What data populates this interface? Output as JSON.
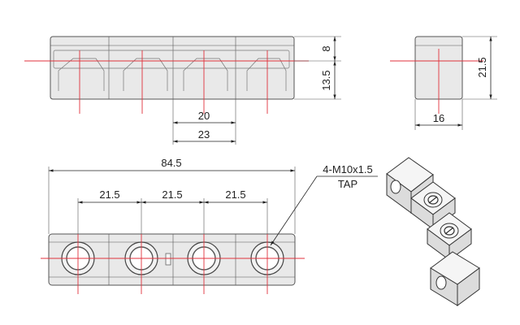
{
  "dimensions": {
    "top_height_small": "8",
    "top_height_large": "13.5",
    "slot_width": "20",
    "slot_pitch": "23",
    "side_height": "21.5",
    "side_width": "16",
    "overall_length": "84.5",
    "hole_pitch_1": "21.5",
    "hole_pitch_2": "21.5",
    "hole_pitch_3": "21.5"
  },
  "callout": {
    "thread": "4-M10x1.5",
    "type": "TAP"
  }
}
